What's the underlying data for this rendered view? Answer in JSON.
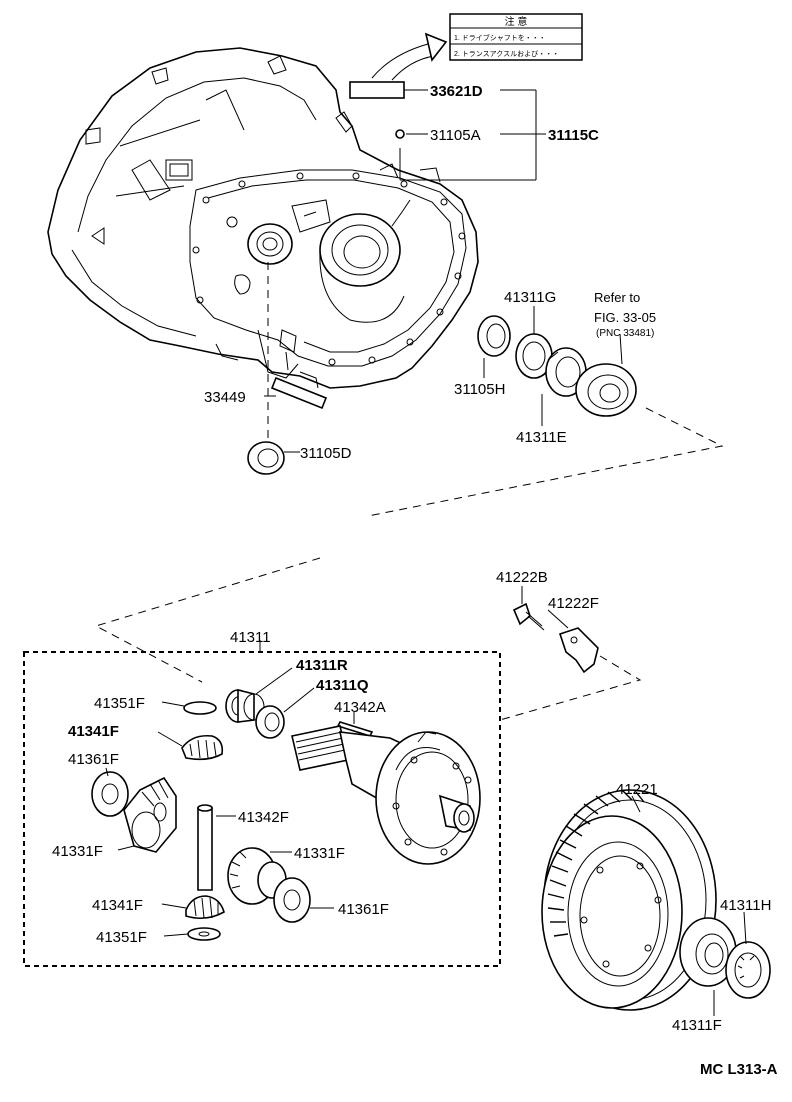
{
  "caution_label": {
    "title": "注 意",
    "line1": "1. ドライブシャフトを・・・",
    "line2": "2. トランスアクスルおよび・・・"
  },
  "refer": {
    "line1": "Refer to",
    "line2": "FIG. 33-05",
    "line3": "(PNC 33481)"
  },
  "parts": {
    "p33621D": "33621D",
    "p31105A": "31105A",
    "p31115C": "31115C",
    "p41311G": "41311G",
    "p31105H": "31105H",
    "p41311E": "41311E",
    "p33449": "33449",
    "p31105D": "31105D",
    "p41222B": "41222B",
    "p41222F": "41222F",
    "p41311": "41311",
    "p41311R": "41311R",
    "p41311Q": "41311Q",
    "p41351F_top": "41351F",
    "p41342A": "41342A",
    "p41341F_top": "41341F",
    "p41361F_left": "41361F",
    "p41342F": "41342F",
    "p41331F_left": "41331F",
    "p41331F_right": "41331F",
    "p41341F_bot": "41341F",
    "p41361F_right": "41361F",
    "p41351F_bot": "41351F",
    "p41221": "41221",
    "p41311H": "41311H",
    "p41311F": "41311F"
  },
  "figure_code": "MC  L313-A"
}
